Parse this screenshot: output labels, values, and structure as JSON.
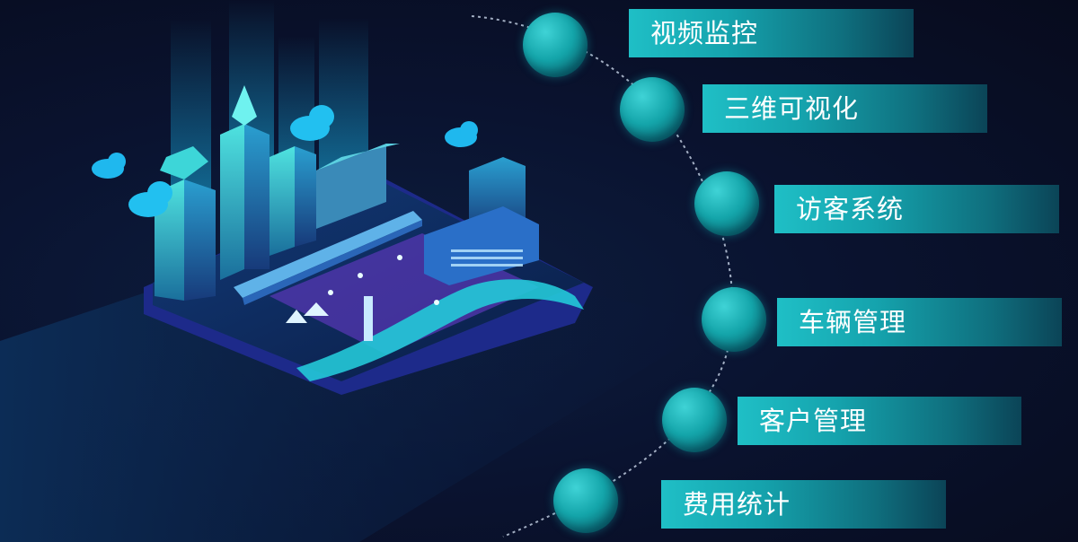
{
  "menu": {
    "items": [
      {
        "id": "video",
        "label": "视频监控"
      },
      {
        "id": "3d",
        "label": "三维可视化"
      },
      {
        "id": "visitor",
        "label": "访客系统"
      },
      {
        "id": "vehicle",
        "label": "车辆管理"
      },
      {
        "id": "customer",
        "label": "客户管理"
      },
      {
        "id": "cost",
        "label": "费用统计"
      }
    ]
  },
  "colors": {
    "accent": "#1fbfc6",
    "background": "#0a1330",
    "circle": "#14a5aa"
  }
}
